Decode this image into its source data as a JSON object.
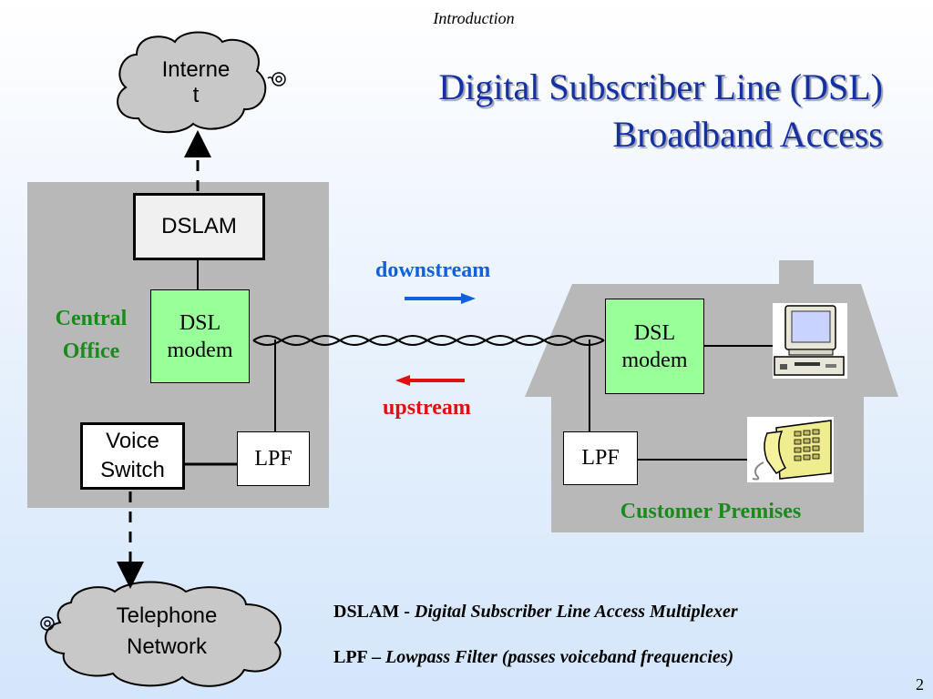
{
  "header": {
    "section": "Introduction"
  },
  "title": {
    "line1": "Digital Subscriber Line (DSL)",
    "line2": "Broadband Access"
  },
  "clouds": {
    "internet": {
      "line1": "Interne",
      "line2": "t"
    },
    "telephone": {
      "line1": "Telephone",
      "line2": "Network"
    }
  },
  "central_office": {
    "label_line1": "Central",
    "label_line2": "Office",
    "dslam": "DSLAM",
    "modem_line1": "DSL",
    "modem_line2": "modem",
    "voice_line1": "Voice",
    "voice_line2": "Switch",
    "lpf": "LPF"
  },
  "customer": {
    "label": "Customer Premises",
    "modem_line1": "DSL",
    "modem_line2": "modem",
    "lpf": "LPF",
    "icons": [
      "computer-icon",
      "telephone-icon"
    ]
  },
  "directions": {
    "downstream": "downstream",
    "upstream": "upstream"
  },
  "legend": [
    {
      "term": "DSLAM -",
      "definition": "Digital Subscriber Line Access Multiplexer"
    },
    {
      "term": "LPF –",
      "definition": "Lowpass Filter (passes voiceband frequencies)"
    }
  ],
  "page_number": "2",
  "colors": {
    "title": "#1530a0",
    "green_label": "#1a8a1a",
    "downstream": "#1060e0",
    "upstream": "#e01010",
    "modem_fill": "#99ff99",
    "panel_fill": "#b8b8b8",
    "cloud_fill": "#c8c8c8"
  }
}
